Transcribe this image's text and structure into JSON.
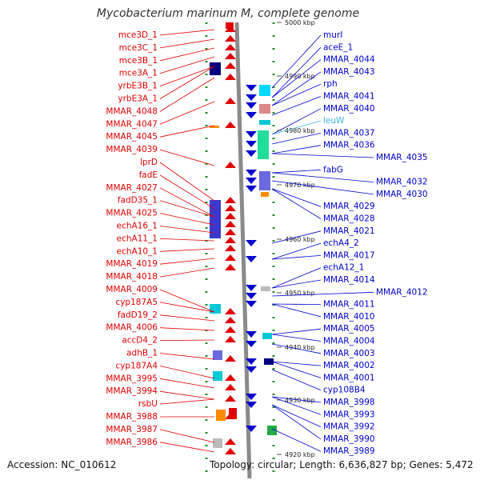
{
  "title": "Mycobacterium marinum M, complete genome",
  "footer": {
    "accession": "Accession: NC_010612",
    "summary": "Topology: circular; Length: 6,636,827 bp; Genes: 5,472"
  },
  "colors": {
    "forward": "#e00000",
    "reverse": "#0000cc",
    "highlight": "#3bb8e8",
    "backbone": "#8a8a8a",
    "tick": "#2a8a2a"
  },
  "scale_labels": [
    "5000 kbp",
    "4990 kbp",
    "4980 kbp",
    "4970 kbp",
    "4960 kbp",
    "4950 kbp",
    "4940 kbp",
    "4930 kbp",
    "4920 kbp"
  ],
  "left_genes": [
    "mce3D_1",
    "mce3C_1",
    "mce3B_1",
    "mce3A_1",
    "yrbE3B_1",
    "yrbE3A_1",
    "MMAR_4048",
    "MMAR_4047",
    "MMAR_4045",
    "MMAR_4039",
    "lprD",
    "fadE",
    "MMAR_4027",
    "fadD35_1",
    "MMAR_4025",
    "echA16_1",
    "echA11_1",
    "echA10_1",
    "MMAR_4019",
    "MMAR_4018",
    "MMAR_4009",
    "cyp187A5",
    "fadD19_2",
    "MMAR_4006",
    "accD4_2",
    "adhB_1",
    "cyp187A4",
    "MMAR_3995",
    "MMAR_3994",
    "rsbU",
    "MMAR_3988",
    "MMAR_3987",
    "MMAR_3986"
  ],
  "right_genes": [
    "murI",
    "aceE_1",
    "MMAR_4044",
    "MMAR_4043",
    "rph",
    "MMAR_4041",
    "MMAR_4040",
    "leuW",
    "MMAR_4037",
    "MMAR_4036",
    "MMAR_4035",
    "fabG",
    "MMAR_4032",
    "MMAR_4030",
    "MMAR_4029",
    "MMAR_4028",
    "MMAR_4021",
    "echA4_2",
    "MMAR_4017",
    "echA12_1",
    "MMAR_4014",
    "MMAR_4012",
    "MMAR_4011",
    "MMAR_4010",
    "MMAR_4005",
    "MMAR_4004",
    "MMAR_4003",
    "MMAR_4002",
    "MMAR_4001",
    "cyp108B4",
    "MMAR_3998",
    "MMAR_3993",
    "MMAR_3992",
    "MMAR_3990",
    "MMAR_3989"
  ]
}
